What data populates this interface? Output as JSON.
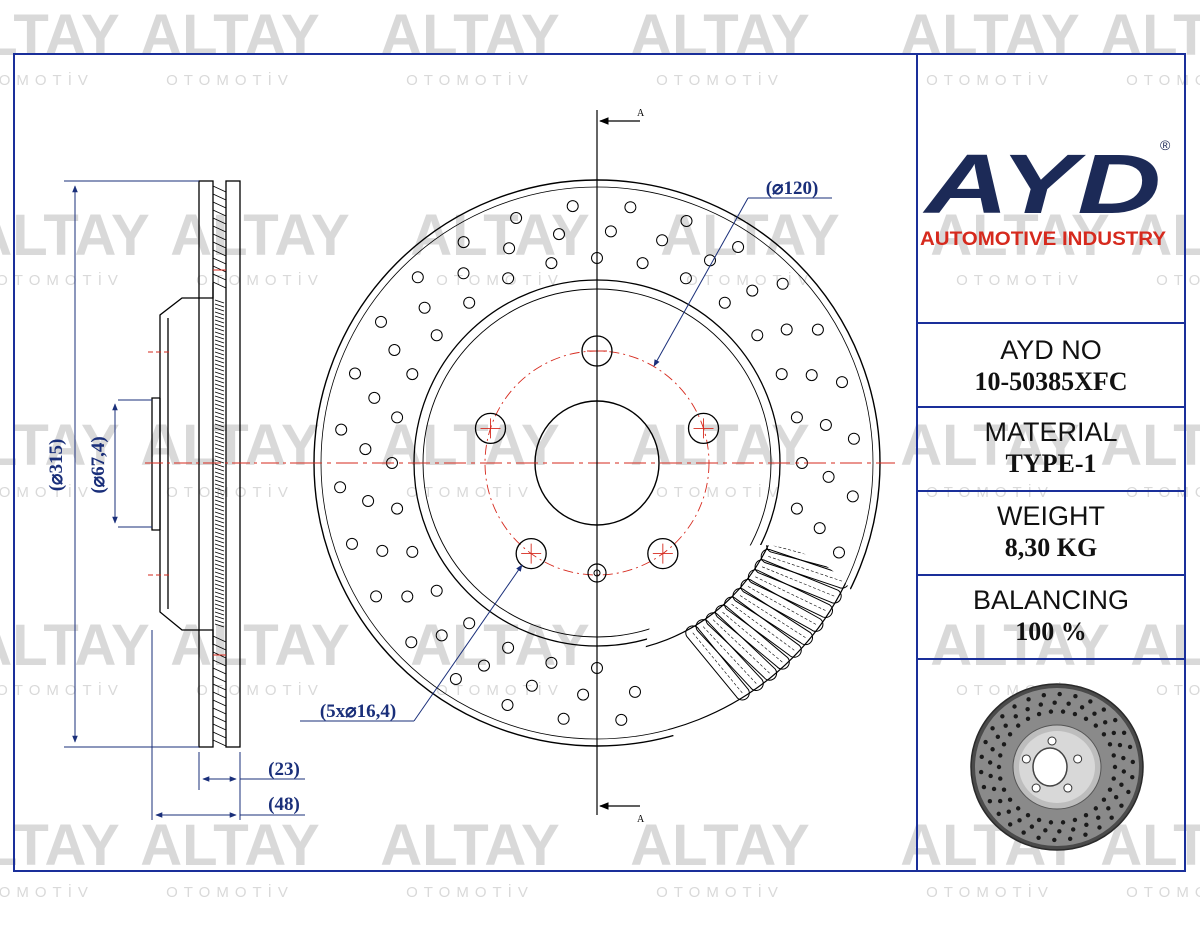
{
  "watermark": {
    "brand": "ALTAY",
    "sub": "OTOMOTİV"
  },
  "brand": {
    "logo": "AYD",
    "registered": "®",
    "tagline": "AUTOMOTIVE INDUSTRY"
  },
  "specs": [
    {
      "label": "AYD NO",
      "value": "10-50385XFC"
    },
    {
      "label": "MATERIAL",
      "value": "TYPE-1"
    },
    {
      "label": "WEIGHT",
      "value": "8,30 KG"
    },
    {
      "label": "BALANCING",
      "value": "100 %"
    }
  ],
  "dimensions": {
    "outer_diameter": "315",
    "bore_diameter": "67,4",
    "bolt_circle": "120",
    "bolt_holes": "5x",
    "bolt_hole_diameter": "16,4",
    "disc_thickness": "23",
    "total_height": "48",
    "section_mark": "A"
  },
  "colors": {
    "frame": "#1a2f9a",
    "dimension": "#1a2f7a",
    "accent_red": "#d62a1e",
    "logo_navy": "#1c2a57",
    "watermark": "#d9d9d9"
  }
}
